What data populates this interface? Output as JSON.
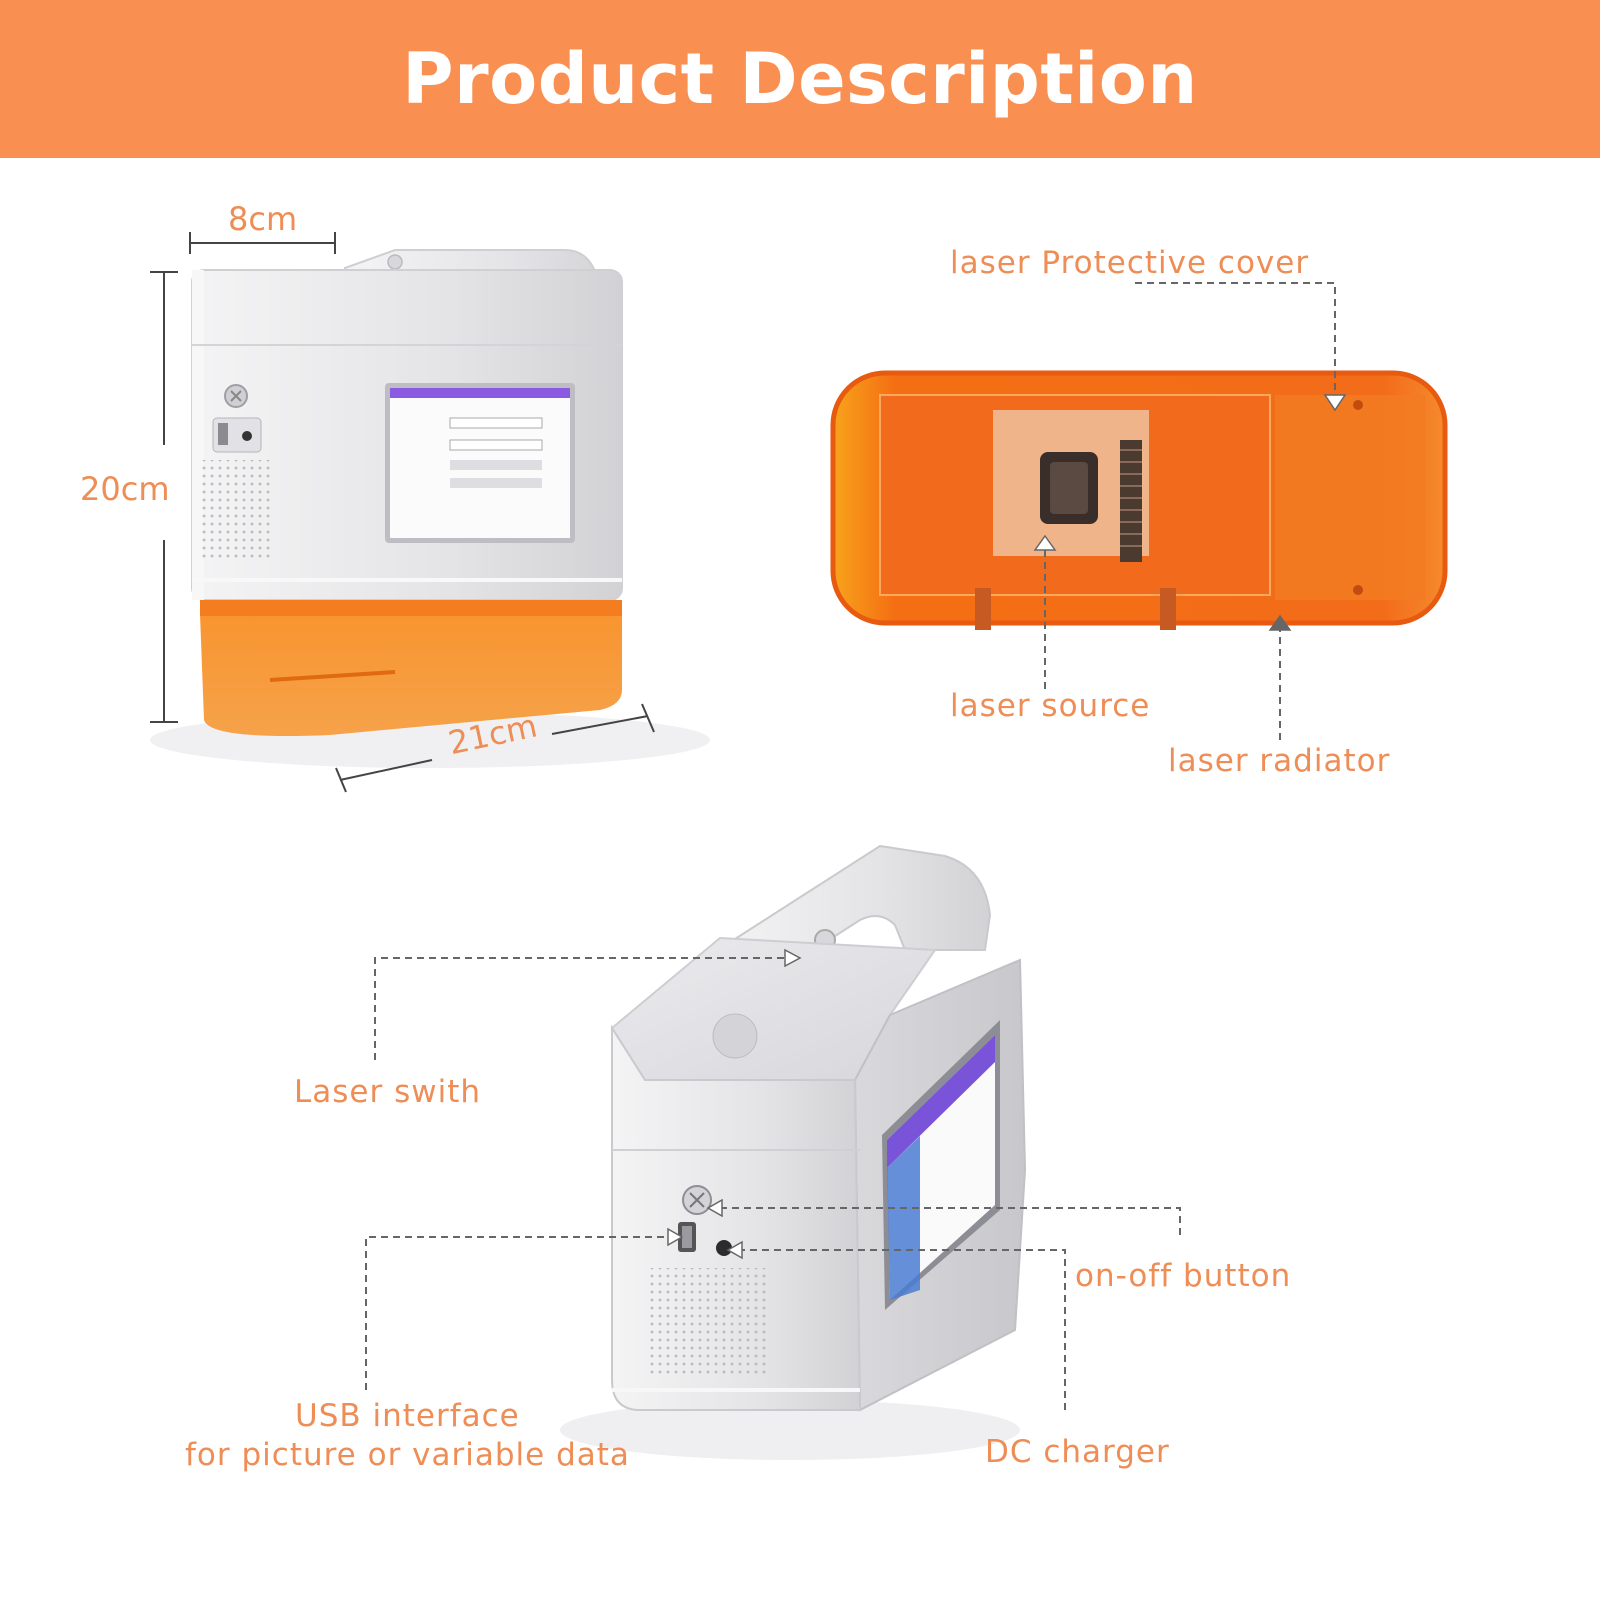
{
  "header": {
    "title": "Product Description"
  },
  "dimensions": {
    "width": "8cm",
    "height": "20cm",
    "length": "21cm"
  },
  "callouts": {
    "cover": "laser Protective cover",
    "source": "laser source",
    "radiator": "laser radiator",
    "switch": "Laser swith",
    "onoff": "on-off button",
    "usb_line1": "USB interface",
    "usb_line2": "for picture or variable data",
    "dc": "DC charger"
  },
  "colors": {
    "banner": "#fa8f52",
    "label": "#ee8d55",
    "orange_body": "#f47c20",
    "silver": "#e7e7e9"
  }
}
